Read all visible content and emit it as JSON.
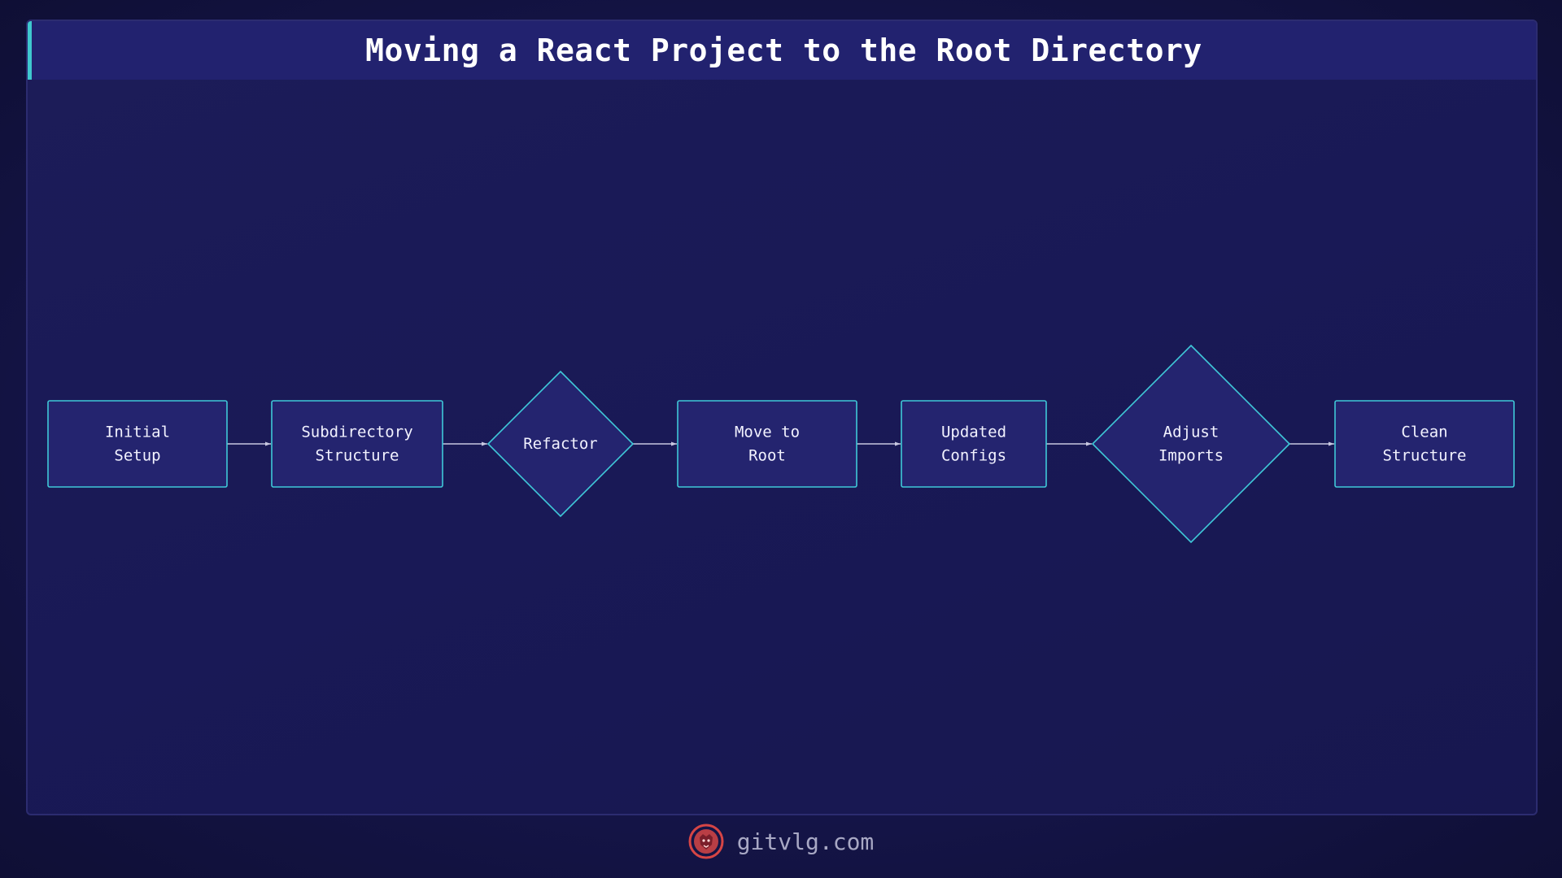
{
  "title": "Moving a React Project to the Root Directory",
  "nodes": [
    {
      "id": "initial-setup",
      "shape": "rect",
      "lines": [
        "Initial",
        "Setup"
      ]
    },
    {
      "id": "subdirectory-structure",
      "shape": "rect",
      "lines": [
        "Subdirectory",
        "Structure"
      ]
    },
    {
      "id": "refactor",
      "shape": "diamond",
      "lines": [
        "Refactor"
      ]
    },
    {
      "id": "move-to-root",
      "shape": "rect",
      "lines": [
        "Move to",
        "Root"
      ]
    },
    {
      "id": "updated-configs",
      "shape": "rect",
      "lines": [
        "Updated",
        "Configs"
      ]
    },
    {
      "id": "adjust-imports",
      "shape": "diamond",
      "lines": [
        "Adjust",
        "Imports"
      ]
    },
    {
      "id": "clean-structure",
      "shape": "rect",
      "lines": [
        "Clean",
        "Structure"
      ]
    }
  ],
  "edges": [
    {
      "from": "initial-setup",
      "to": "subdirectory-structure"
    },
    {
      "from": "subdirectory-structure",
      "to": "refactor"
    },
    {
      "from": "refactor",
      "to": "move-to-root"
    },
    {
      "from": "move-to-root",
      "to": "updated-configs"
    },
    {
      "from": "updated-configs",
      "to": "adjust-imports"
    },
    {
      "from": "adjust-imports",
      "to": "clean-structure"
    }
  ],
  "colors": {
    "node_fill": "#24246f",
    "node_stroke": "#3fc8d8",
    "edge": "#c8c8e0",
    "accent": "#3fc8cf",
    "logo": "#d64545"
  },
  "footer": {
    "site": "gitvlg.com",
    "logo_icon": "lion-head-icon"
  }
}
